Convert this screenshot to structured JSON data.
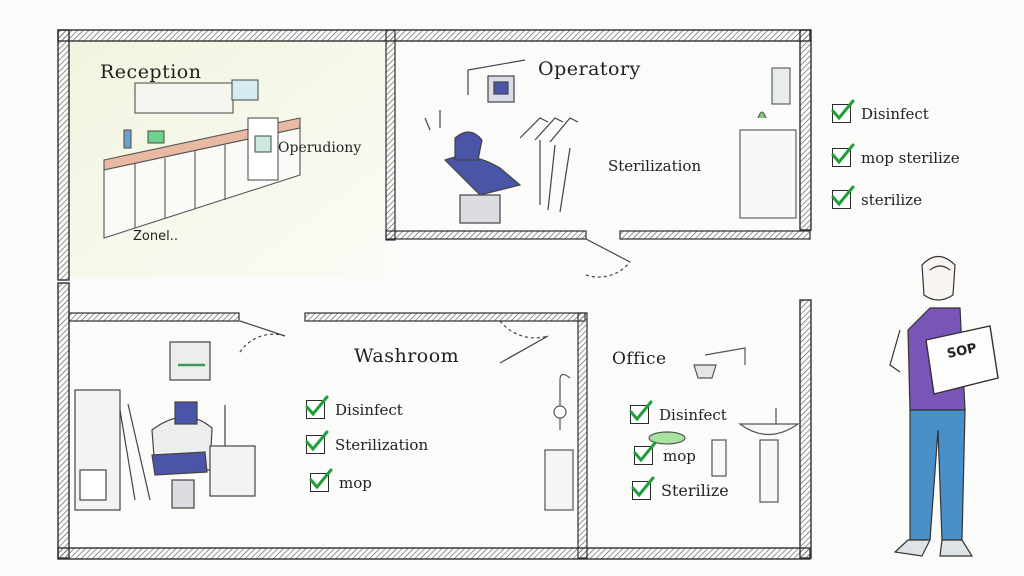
{
  "rooms": {
    "reception": {
      "title": "Reception",
      "sub_label": "Operudiony",
      "zone_label": "Zonel.."
    },
    "operatory": {
      "title": "Operatory",
      "sub_label": "Sterilization"
    },
    "washroom": {
      "title": "Washroom"
    },
    "office": {
      "title": "Office"
    }
  },
  "checklist_right": [
    {
      "label": "Disinfect",
      "checked": true
    },
    {
      "label": "mop sterilize",
      "checked": true
    },
    {
      "label": "sterilize",
      "checked": true
    }
  ],
  "checklist_washroom": [
    {
      "label": "Disinfect",
      "checked": true
    },
    {
      "label": "Sterilization",
      "checked": true
    },
    {
      "label": "mop",
      "checked": true
    }
  ],
  "checklist_office": [
    {
      "label": "Disinfect",
      "checked": true
    },
    {
      "label": "mop",
      "checked": true
    },
    {
      "label": "Sterilize",
      "checked": true
    }
  ],
  "person": {
    "board_text": "SOP"
  },
  "colors": {
    "check": "#1f9e3a",
    "chair": "#4a55a8",
    "shirt": "#7a55b8",
    "pants": "#4a90c8",
    "wall": "#3a3a3a"
  }
}
